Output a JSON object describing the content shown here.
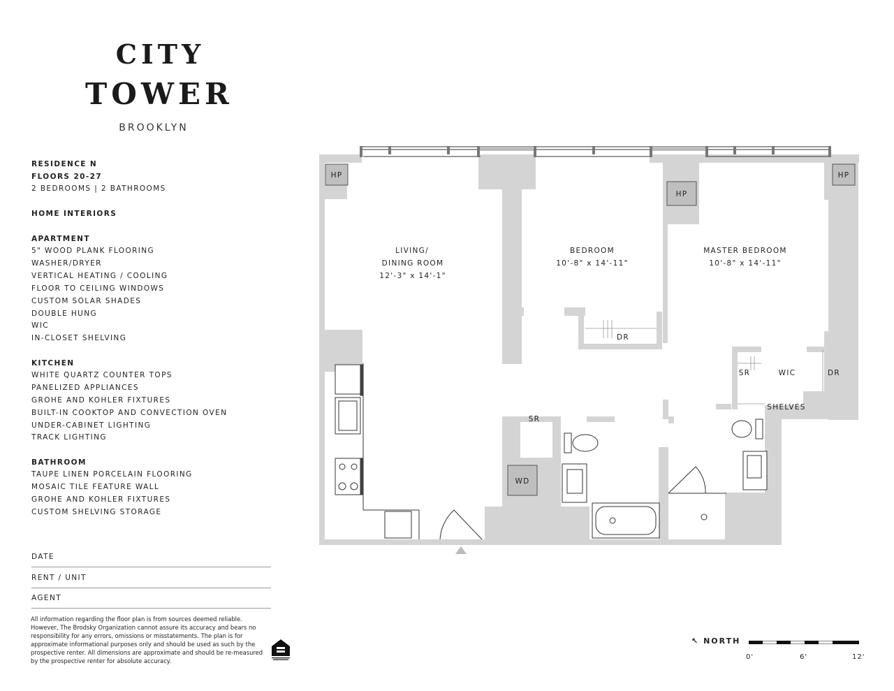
{
  "brand": {
    "line1": "CITY",
    "line2": "TOWER",
    "line3": "BROOKLYN"
  },
  "residence": {
    "name": "RESIDENCE N",
    "floors": "FLOORS 20-27",
    "beds_baths": "2 BEDROOMS  |  2 BATHROOMS"
  },
  "home_interiors": "HOME INTERIORS",
  "apartment": {
    "heading": "APARTMENT",
    "items": [
      "5\"  WOOD PLANK FLOORING",
      "WASHER/DRYER",
      "VERTICAL HEATING / COOLING",
      "FLOOR TO CEILING WINDOWS",
      "CUSTOM SOLAR SHADES",
      "DOUBLE HUNG",
      "WIC",
      "IN-CLOSET SHELVING"
    ]
  },
  "kitchen": {
    "heading": "KITCHEN",
    "items": [
      "WHITE QUARTZ COUNTER TOPS",
      "PANELIZED APPLIANCES",
      "GROHE AND KOHLER FIXTURES",
      "BUILT-IN COOKTOP AND CONVECTION OVEN",
      "UNDER-CABINET LIGHTING",
      "TRACK LIGHTING"
    ]
  },
  "bathroom": {
    "heading": "BATHROOM",
    "items": [
      "TAUPE LINEN PORCELAIN FLOORING",
      "MOSAIC TILE FEATURE WALL",
      "GROHE AND KOHLER FIXTURES",
      "CUSTOM SHELVING STORAGE"
    ]
  },
  "form": {
    "date": "DATE",
    "rent_unit": "RENT / UNIT",
    "agent": "AGENT"
  },
  "disclaimer": "All information regarding the floor plan is from sources deemed reliable. However, The Brodsky Organization cannot assure its accuracy and bears no responsibility for any errors, omissions or misstatements. The plan is for approximate informational purposes only and should be used as such by the prospective renter. All dimensions are approximate and should be re-measured by the prospective renter for absolute accuracy.",
  "plan": {
    "living": {
      "l1": "LIVING/",
      "l2": "DINING ROOM",
      "dim": "12'-3\" x 14'-1\""
    },
    "bedroom": {
      "name": "BEDROOM",
      "dim": "10'-8\" x 14'-11\""
    },
    "master": {
      "name": "MASTER BEDROOM",
      "dim": "10'-8\" x 14'-11\""
    },
    "hp": "HP",
    "dr": "DR",
    "sr": "SR",
    "wic": "WIC",
    "wd": "WD",
    "shelves": "SHELVES"
  },
  "compass": "NORTH",
  "scale": {
    "s0": "0'",
    "s6": "6'",
    "s12": "12'"
  }
}
